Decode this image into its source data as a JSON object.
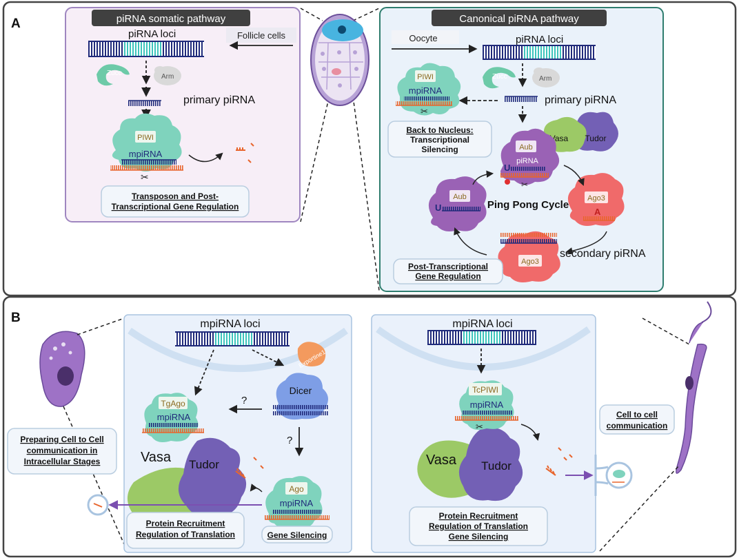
{
  "panels": {
    "A": {
      "label": "A",
      "somatic": {
        "title": "piRNA somatic pathway",
        "source_cells": "Follicle cells",
        "loci": "piRNA loci",
        "zucc": "Zucc",
        "arm": "Arm",
        "primary": "primary piRNA",
        "piwi": "PIWI",
        "mpirna": "mpiRNA",
        "box_line1": "Transposon and Post-",
        "box_line2": "Transcriptional Gene Regulation"
      },
      "canonical": {
        "title": "Canonical piRNA pathway",
        "source_cells": "Oocyte",
        "loci": "piRNA loci",
        "zucc": "Zucc",
        "arm": "Arm",
        "primary": "primary piRNA",
        "piwi": "PIWI",
        "mpirna": "mpiRNA",
        "nucleus_line1": "Back to Nucleus:",
        "nucleus_line2": "Transcriptional",
        "nucleus_line3": "Silencing",
        "aub_top": "Aub",
        "pirna": "piRNA",
        "vasa": "Vasa",
        "tudor": "Tudor",
        "aub_left": "Aub",
        "ping_pong": "Ping Pong Cycle",
        "ago3_right": "Ago3",
        "ago3_bottom": "Ago3",
        "secondary": "secondary piRNA",
        "u_left": "U",
        "u_top": "U",
        "a_right": "A",
        "ptgr_line1": "Post-Transcriptional",
        "ptgr_line2": "Gene  Regulation"
      }
    },
    "B": {
      "label": "B",
      "left": {
        "loci": "mpiRNA loci",
        "exportin": "Exportine1",
        "dicer": "Dicer",
        "question1": "?",
        "question2": "?",
        "tgago": "TgAgo",
        "mpirna": "mpiRNA",
        "vasa": "Vasa",
        "tudor": "Tudor",
        "ago": "Ago",
        "ago_mpirna": "mpiRNA",
        "prep_line1": "Preparing Cell to Cell",
        "prep_line2": "communication in",
        "prep_line3": "Intracellular Stages",
        "recruit_line1": "Protein Recruitment",
        "recruit_line2": "Regulation of Translation",
        "silencing": "Gene Silencing"
      },
      "right": {
        "loci": "mpiRNA loci",
        "tcpiwi": "TcPIWI",
        "mpirna": "mpiRNA",
        "vasa": "Vasa",
        "tudor": "Tudor",
        "comm_line1": "Cell to cell",
        "comm_line2": "communication",
        "box_line1": "Protein Recruitment",
        "box_line2": "Regulation of Translation",
        "box_line3": "Gene Silencing"
      }
    }
  },
  "colors": {
    "outline": "#3a3a3a",
    "somatic_fill": "#f7eef7",
    "somatic_stroke": "#9f86c0",
    "canonical_fill": "#eaf2fa",
    "canonical_stroke": "#2e7d6e",
    "b_fill": "#eaf1fb",
    "b_stroke": "#a9c4e0",
    "dna_blue": "#1f2a7a",
    "dna_teal": "#40c8c0",
    "rna_orange": "#e8652d",
    "piwi_teal": "#7fd3bd",
    "vasa_green": "#9cc966",
    "tudor_purple": "#7360b5",
    "aub_purple": "#9a62b5",
    "ago3_red": "#f06a6a",
    "dicer_blue": "#7e9ee6",
    "exportin_orange": "#f39a5e",
    "title_dark": "#333333"
  }
}
